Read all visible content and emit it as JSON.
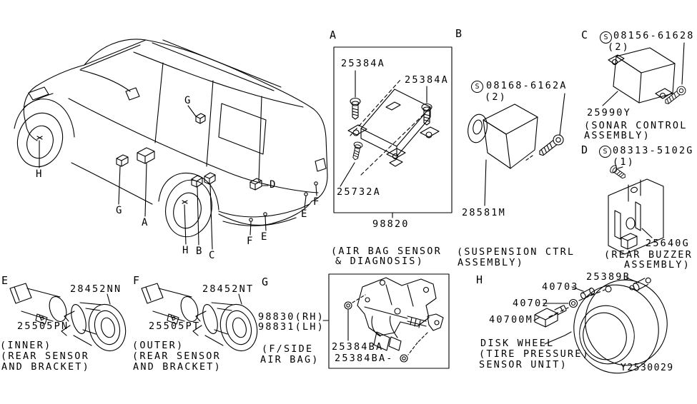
{
  "sections": {
    "a": {
      "letter": "A",
      "screw_top_left": "25384A",
      "screw_right": "25384A",
      "screw_bottom": "25732A",
      "part_number": "98820",
      "caption_line1": "(AIR BAG SENSOR",
      "caption_line2": "& DIAGNOSIS)"
    },
    "b": {
      "letter": "B",
      "screw_symbol": "S",
      "screw_part": "08168-6162A",
      "screw_qty": "(2)",
      "part_number": "28581M",
      "caption_line1": "(SUSPENSION CTRL",
      "caption_line2": "ASSEMBLY)"
    },
    "c": {
      "letter": "C",
      "screw_symbol": "S",
      "screw_part": "08156-61628",
      "screw_qty": "(2)",
      "part_number": "25990Y",
      "caption_line1": "(SONAR CONTROL",
      "caption_line2": "ASSEMBLY)"
    },
    "d": {
      "letter": "D",
      "screw_symbol": "S",
      "screw_part": "08313-5102G",
      "screw_qty": "(1)",
      "part_number": "25640G",
      "caption_line1": "(REAR BUZZER",
      "caption_line2": "ASSEMBLY)"
    },
    "e": {
      "letter": "E",
      "bracket_part": "28452NN",
      "sensor_part": "25505PN",
      "caption_line1": "(INNER)",
      "caption_line2": "(REAR SENSOR",
      "caption_line3": "AND BRACKET)"
    },
    "f": {
      "letter": "F",
      "bracket_part": "28452NT",
      "sensor_part": "25505PT",
      "caption_line1": "(OUTER)",
      "caption_line2": "(REAR SENSOR",
      "caption_line3": "AND BRACKET)"
    },
    "g": {
      "letter": "G",
      "part_rh": "98830(RH)",
      "part_lh": "98831(LH)",
      "caption_line1": "(F/SIDE",
      "caption_line2": "AIR BAG)",
      "bolt_top": "25384BA",
      "bolt_bottom": "25384BA-"
    },
    "h": {
      "letter": "H",
      "sensor_part": "25389B",
      "valve_part": "40703",
      "nut_part": "40702",
      "unit_part": "40700M",
      "caption_line1": "DISK WHEEL",
      "caption_line2": "(TIRE PRESSURE)",
      "caption_line3": "SENSOR UNIT)"
    }
  },
  "vehicle_callouts": {
    "front_wheel": "H",
    "floor_front": "G",
    "floor_center": "A",
    "rear_wheel": "H",
    "rear_arch_b": "B",
    "rear_arch_c": "C",
    "pillar": "G",
    "rear_panel": "D",
    "bumper_f_left": "F",
    "bumper_e_left": "E",
    "bumper_e_right": "E",
    "bumper_f_right": "F"
  },
  "footer": {
    "diagram_code": "Y2530029"
  }
}
